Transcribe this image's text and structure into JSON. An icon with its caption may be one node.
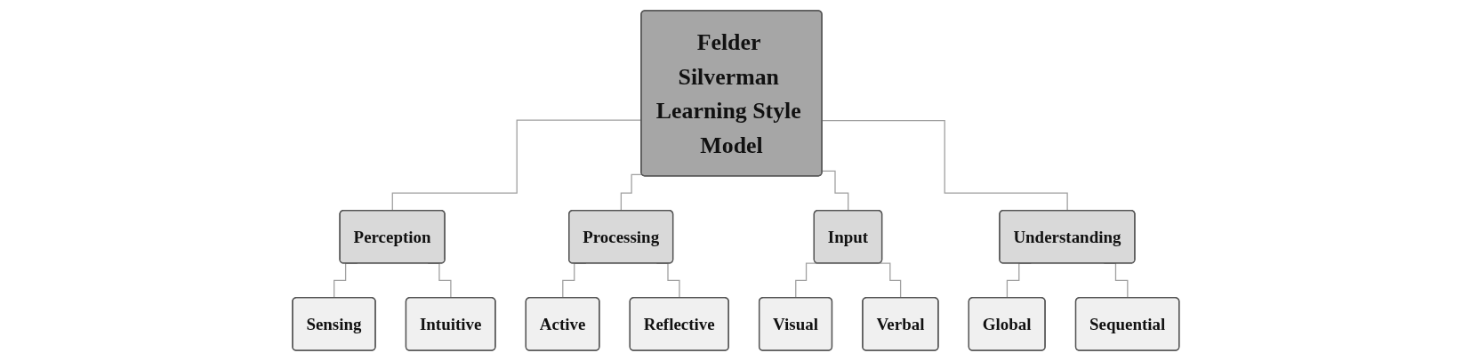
{
  "diagram": {
    "nodes": [
      {
        "text": [
          "Felder Silverman Learning Style Model"
        ]
      },
      {
        "text": [
          "Perception"
        ]
      },
      {
        "text": [
          "Processing"
        ]
      },
      {
        "text": [
          "Input"
        ]
      },
      {
        "text": [
          "Understanding"
        ]
      },
      {
        "text": [
          "Sensing"
        ]
      },
      {
        "text": [
          "Intuitive"
        ]
      },
      {
        "text": [
          "Active"
        ]
      },
      {
        "text": [
          "Reflective"
        ]
      },
      {
        "text": [
          "Visual"
        ]
      },
      {
        "text": [
          "Verbal"
        ]
      },
      {
        "text": [
          "Global"
        ]
      },
      {
        "text": [
          "Sequential"
        ]
      }
    ],
    "edges": [
      {
        "from": 0,
        "to": 1,
        "arrow": "none"
      },
      {
        "from": 0,
        "to": 2,
        "arrow": "none"
      },
      {
        "from": 0,
        "to": 3,
        "arrow": "none"
      },
      {
        "from": 0,
        "to": 4,
        "arrow": "none"
      },
      {
        "from": 1,
        "to": 5,
        "arrow": "none"
      },
      {
        "from": 1,
        "to": 6,
        "arrow": "none"
      },
      {
        "from": 2,
        "to": 7,
        "arrow": "none"
      },
      {
        "from": 2,
        "to": 8,
        "arrow": "none"
      },
      {
        "from": 3,
        "to": 9,
        "arrow": "none"
      },
      {
        "from": 3,
        "to": 10,
        "arrow": "none"
      },
      {
        "from": 4,
        "to": 11,
        "arrow": "none"
      },
      {
        "from": 4,
        "to": 12,
        "arrow": "none"
      }
    ]
  }
}
